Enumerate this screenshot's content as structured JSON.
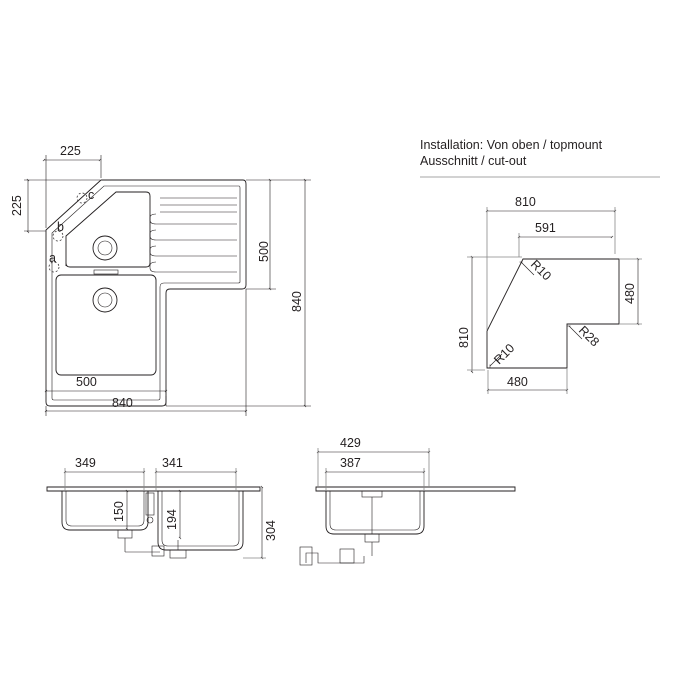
{
  "caption": {
    "line1": "Installation: Von oben / topmount",
    "line2": "Ausschnitt / cut-out"
  },
  "plan": {
    "corner_horizontal": "225",
    "corner_vertical": "225",
    "drainer_depth": "500",
    "total_depth": "840",
    "bowl_width": "500",
    "total_width": "840",
    "tap_hole_a": "a",
    "tap_hole_b": "b",
    "tap_hole_c": "c"
  },
  "cutout": {
    "width": "810",
    "inner_width": "591",
    "height": "810",
    "right_depth": "480",
    "bottom_width": "480",
    "radius_top": "R10",
    "radius_bottom_left": "R10",
    "radius_inner": "R28"
  },
  "front_section": {
    "bowl_left": "349",
    "bowl_right": "341",
    "depth_left": "150",
    "depth_middle": "194",
    "depth_total": "304"
  },
  "side_section": {
    "width_total": "429",
    "width_bowl": "387"
  }
}
